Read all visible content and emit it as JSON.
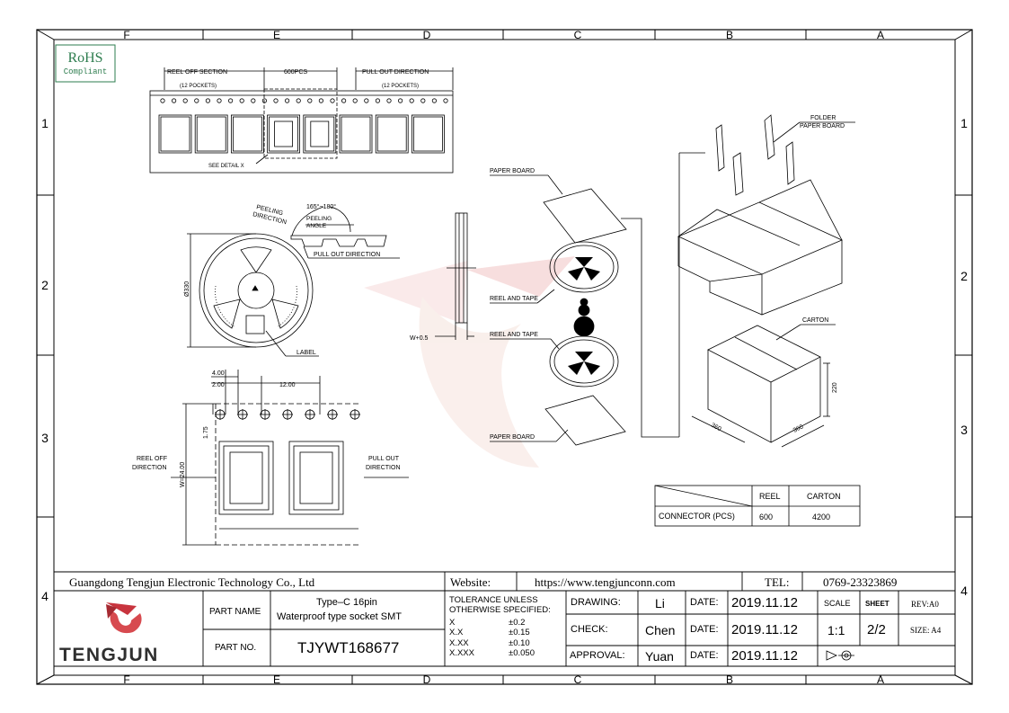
{
  "frame": {
    "columns": [
      "F",
      "E",
      "D",
      "C",
      "B",
      "A"
    ],
    "rows": [
      "1",
      "2",
      "3",
      "4"
    ]
  },
  "rohs": {
    "line1": "RoHS",
    "line2": "Compliant"
  },
  "tape_strip": {
    "reel_off_section": "REEL OFF SECTION",
    "reel_off_pockets": "(12 POCKETS)",
    "pcs": "600PCS",
    "pull_out_direction": "PULL OUT DIRECTION",
    "pull_out_pockets": "(12 POCKETS)",
    "see_detail": "SEE DETAIL X"
  },
  "reel_view": {
    "peeling_direction_1": "PEELING",
    "peeling_direction_2": "DIRECTION",
    "angle_range": "165°~180°",
    "peeling_angle_1": "PEELING",
    "peeling_angle_2": "ANGLE",
    "pull_out_direction": "PULL OUT DIRECTION",
    "diameter": "Ø330",
    "label": "LABEL",
    "width_dim": "W+0.5"
  },
  "detail_x": {
    "dim_4": "4.00",
    "dim_2": "2.00",
    "dim_12": "12.00",
    "dim_175": "1.75",
    "dim_w": "W=24.00",
    "reel_off_1": "REEL OFF",
    "reel_off_2": "DIRECTION",
    "pull_out_1": "PULL OUT",
    "pull_out_2": "DIRECTION"
  },
  "packing": {
    "paper_board_top": "PAPER BOARD",
    "reel_and_tape_1": "REEL AND TAPE",
    "reel_and_tape_2": "REEL AND TAPE",
    "paper_board_bottom": "PAPER BOARD",
    "folder_1": "FOLDER",
    "folder_2": "PAPER BOARD",
    "carton": "CARTON",
    "dim_220": "220",
    "dim_360a": "360",
    "dim_360b": "360"
  },
  "qty_table": {
    "col_reel": "REEL",
    "col_carton": "CARTON",
    "row_label": "CONNECTOR (PCS)",
    "reel_qty": "600",
    "carton_qty": "4200"
  },
  "title_block": {
    "company": "Guangdong Tengjun Electronic Technology Co., Ltd",
    "website_label": "Website:",
    "website": "https://www.tengjunconn.com",
    "tel_label": "TEL:",
    "tel": "0769-23323869",
    "logo_text": "TENGJUN",
    "part_name_label": "PART NAME",
    "part_name_1": "Type–C 16pin",
    "part_name_2": "Waterproof type socket SMT",
    "part_no_label": "PART NO.",
    "part_no": "TJYWT168677",
    "tolerance_1": "TOLERANCE  UNLESS",
    "tolerance_2": "OTHERWISE  SPECIFIED:",
    "tol_x": "X",
    "tol_x_val": "±0.2",
    "tol_xx": "X.X",
    "tol_xx_val": "±0.15",
    "tol_xxx": "X.XX",
    "tol_xxx_val": "±0.10",
    "tol_xxxx": "X.XXX",
    "tol_xxxx_val": "±0.050",
    "drawing_label": "DRAWING:",
    "drawing_by": "Li",
    "check_label": "CHECK:",
    "check_by": "Chen",
    "approval_label": "APPROVAL:",
    "approval_by": "Yuan",
    "date_label": "DATE:",
    "date": "2019.11.12",
    "scale_label": "SCALE",
    "scale": "1:1",
    "sheet_label": "SHEET",
    "sheet": "2/2",
    "rev": "REV:A0",
    "size": "SIZE: A4"
  },
  "colors": {
    "line": "#000000",
    "rohs_green": "#2e7d4f",
    "logo_red": "#c8343e",
    "logo_dark": "#2f2f2f",
    "watermark": "#e9a3a3"
  }
}
